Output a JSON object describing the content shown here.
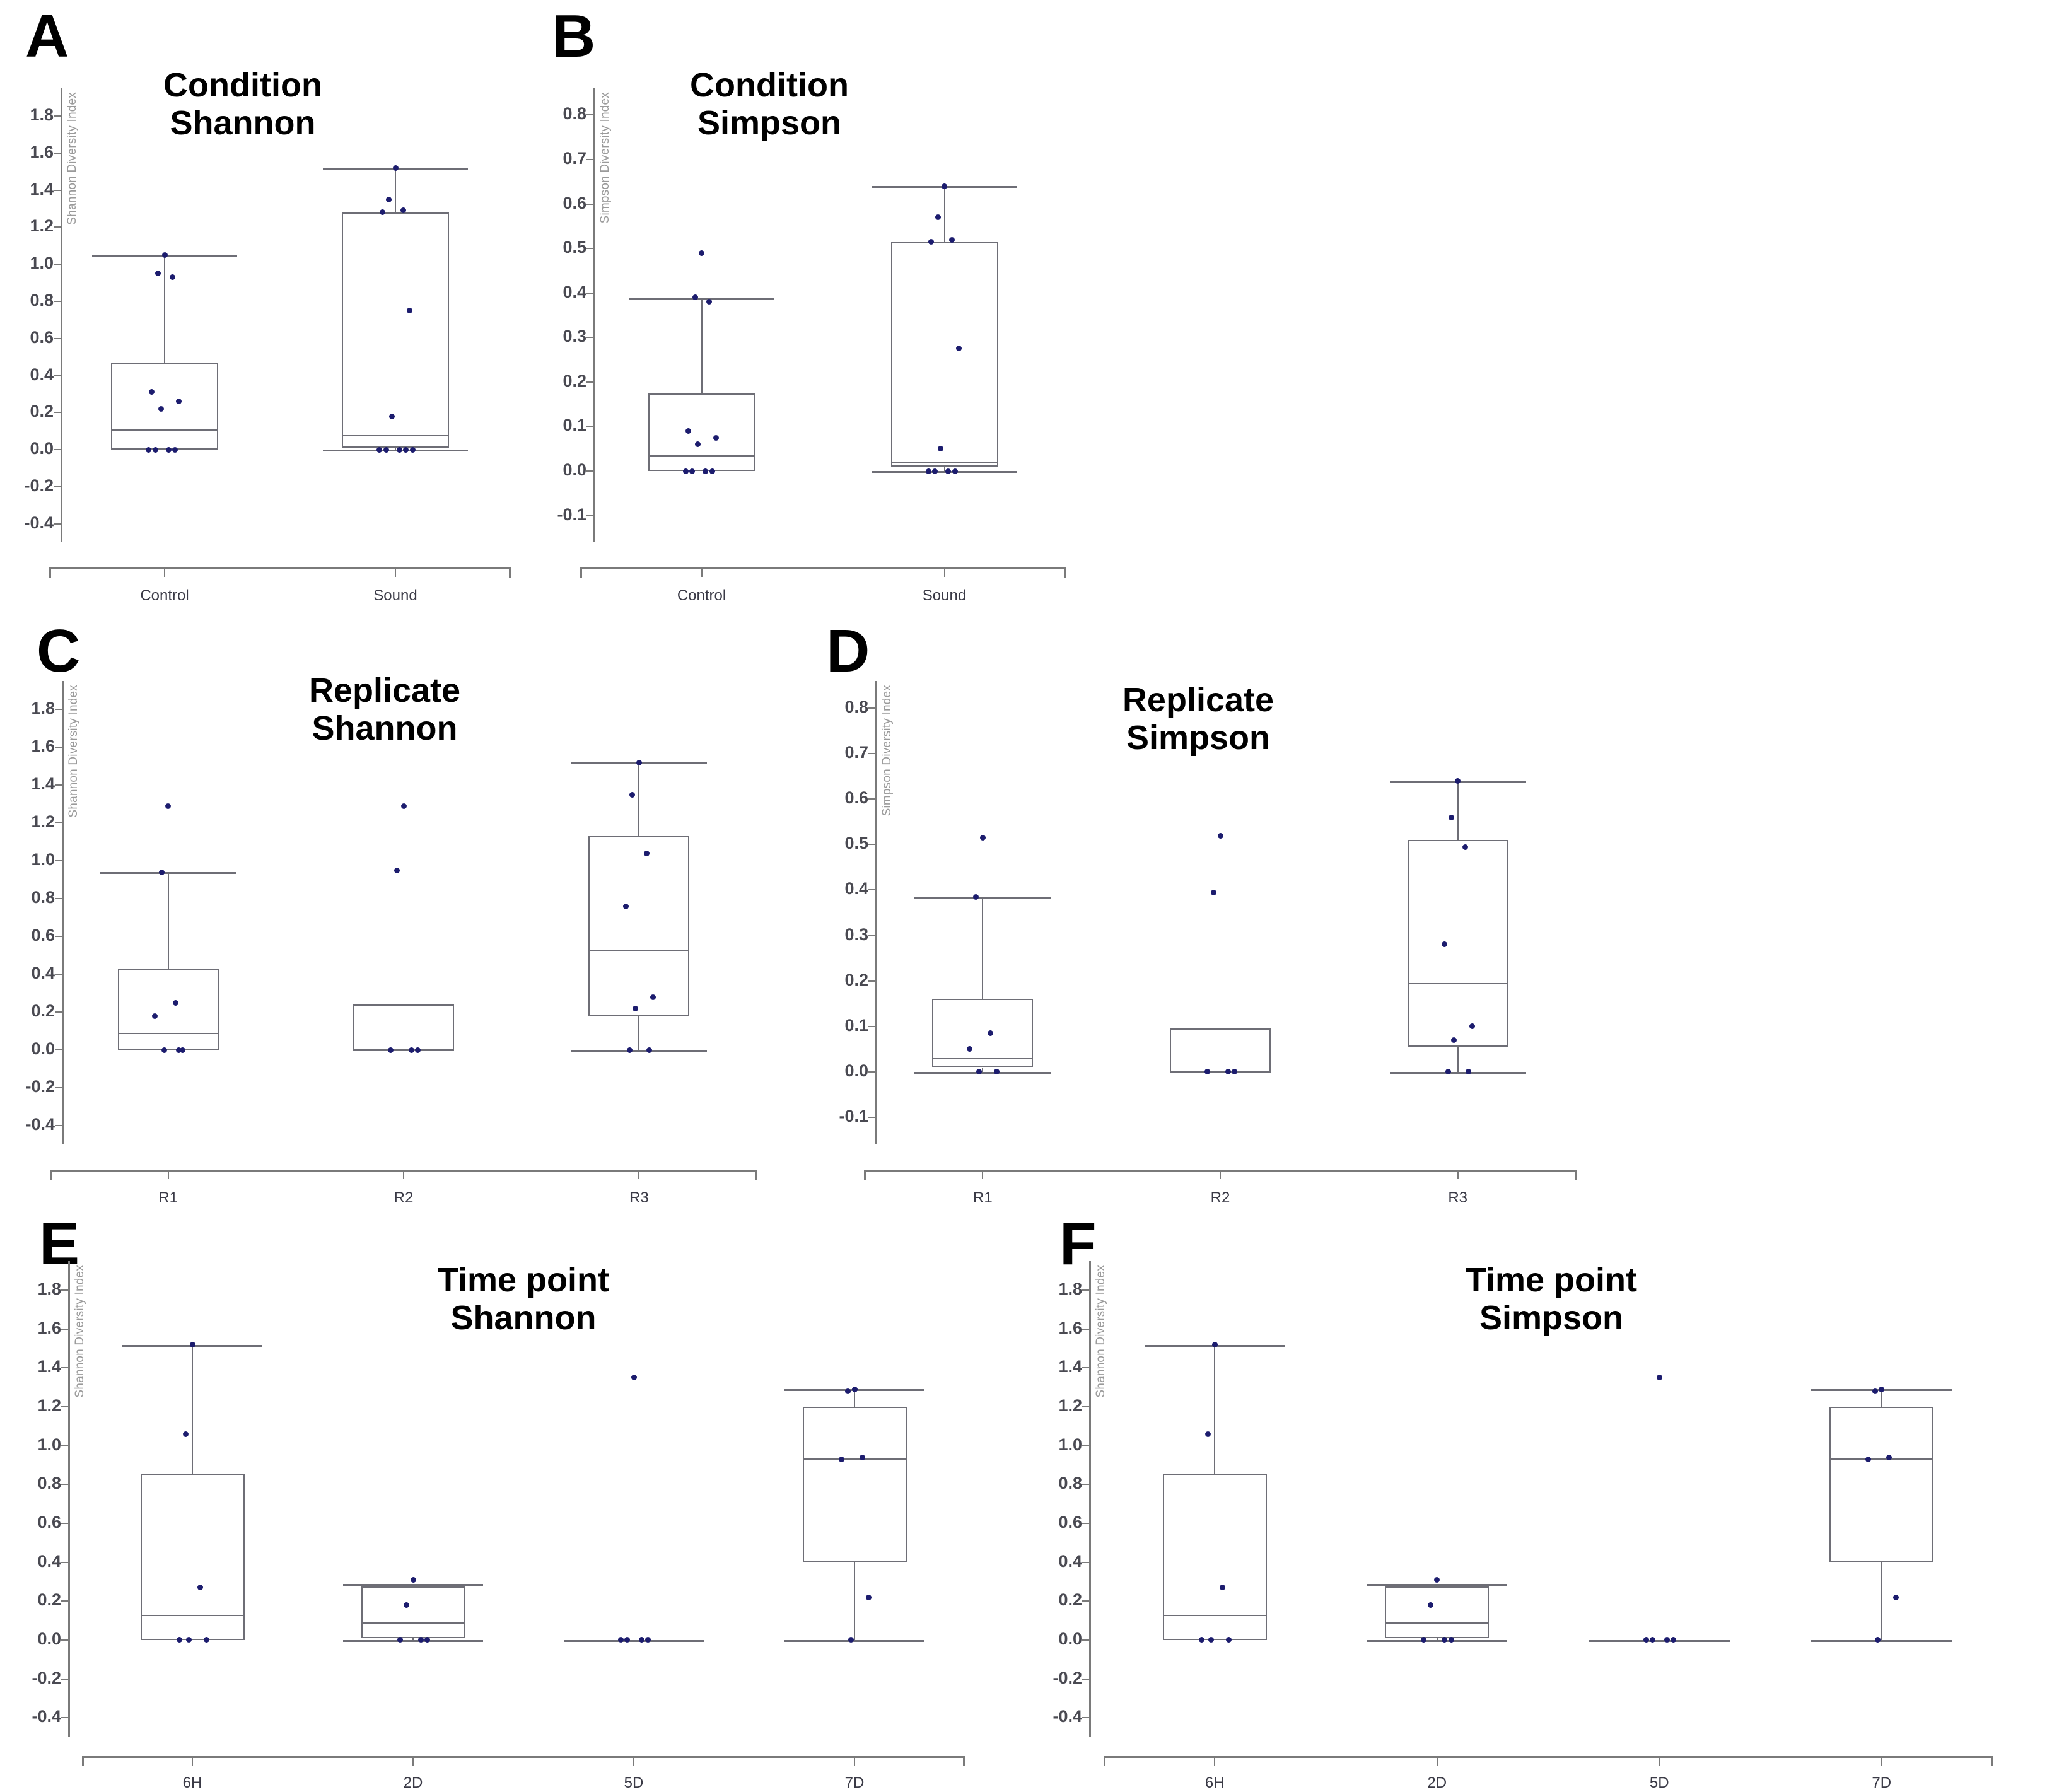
{
  "figure": {
    "type": "multi-panel-boxplot-figure",
    "panel_count": 6,
    "point_color": "#1c1c6e",
    "line_color": "#6e6e76",
    "axis_color": "#7a7a7a",
    "background": "#ffffff"
  },
  "panels": [
    {
      "letter": "A",
      "title": "Condition\nShannon",
      "ylabel": "Shannon Diversity Index",
      "chart_data": {
        "type": "box",
        "title": "Condition Shannon",
        "xlabel": "",
        "ylabel": "Shannon Diversity Index",
        "ylim": [
          -0.5,
          1.95
        ],
        "yticks": [
          "1.8",
          "1.6",
          "1.4",
          "1.2",
          "1.0",
          "0.8",
          "0.6",
          "0.4",
          "0.2",
          "0.0",
          "-0.2",
          "-0.4"
        ],
        "ytick_values": [
          1.8,
          1.6,
          1.4,
          1.2,
          1.0,
          0.8,
          0.6,
          0.4,
          0.2,
          0.0,
          -0.2,
          -0.4
        ],
        "grid": false,
        "legend": "none",
        "categories": [
          "Control",
          "Sound"
        ],
        "boxes": [
          {
            "category": "Control",
            "whisker_low": 0.0,
            "q1": 0.0,
            "median": 0.11,
            "q3": 0.47,
            "whisker_high": 1.05,
            "points": [
              1.05,
              0.95,
              0.93,
              0.31,
              0.26,
              0.22,
              0.0,
              0.0,
              0.0,
              0.0
            ]
          },
          {
            "category": "Sound",
            "whisker_low": 0.0,
            "q1": 0.01,
            "median": 0.08,
            "q3": 1.28,
            "whisker_high": 1.52,
            "points": [
              1.52,
              1.35,
              1.29,
              1.28,
              0.75,
              0.18,
              0.0,
              0.0,
              0.0,
              0.0,
              0.0
            ]
          }
        ]
      }
    },
    {
      "letter": "B",
      "title": "Condition\nSimpson",
      "ylabel": "Simpson Diversity Index",
      "chart_data": {
        "type": "box",
        "title": "Condition Simpson",
        "xlabel": "",
        "ylabel": "Simpson Diversity Index",
        "ylim": [
          -0.16,
          0.86
        ],
        "yticks": [
          "0.8",
          "0.7",
          "0.6",
          "0.5",
          "0.4",
          "0.3",
          "0.2",
          "0.1",
          "0.0",
          "-0.1"
        ],
        "ytick_values": [
          0.8,
          0.7,
          0.6,
          0.5,
          0.4,
          0.3,
          0.2,
          0.1,
          0.0,
          -0.1
        ],
        "grid": false,
        "legend": "none",
        "categories": [
          "Control",
          "Sound"
        ],
        "boxes": [
          {
            "category": "Control",
            "whisker_low": 0.0,
            "q1": 0.0,
            "median": 0.035,
            "q3": 0.175,
            "whisker_high": 0.39,
            "points": [
              0.49,
              0.39,
              0.38,
              0.09,
              0.075,
              0.06,
              0.0,
              0.0,
              0.0,
              0.0
            ]
          },
          {
            "category": "Sound",
            "whisker_low": 0.0,
            "q1": 0.01,
            "median": 0.02,
            "q3": 0.515,
            "whisker_high": 0.64,
            "points": [
              0.64,
              0.57,
              0.52,
              0.515,
              0.275,
              0.05,
              0.0,
              0.0,
              0.0,
              0.0
            ]
          }
        ]
      }
    },
    {
      "letter": "C",
      "title": "Replicate\nShannon",
      "ylabel": "Shannon Diversity Index",
      "chart_data": {
        "type": "box",
        "title": "Replicate Shannon",
        "xlabel": "",
        "ylabel": "Shannon Diversity Index",
        "ylim": [
          -0.5,
          1.95
        ],
        "yticks": [
          "1.8",
          "1.6",
          "1.4",
          "1.2",
          "1.0",
          "0.8",
          "0.6",
          "0.4",
          "0.2",
          "0.0",
          "-0.2",
          "-0.4"
        ],
        "ytick_values": [
          1.8,
          1.6,
          1.4,
          1.2,
          1.0,
          0.8,
          0.6,
          0.4,
          0.2,
          0.0,
          -0.2,
          -0.4
        ],
        "grid": false,
        "legend": "none",
        "categories": [
          "R1",
          "R2",
          "R3"
        ],
        "boxes": [
          {
            "category": "R1",
            "whisker_low": 0.0,
            "q1": 0.0,
            "median": 0.09,
            "q3": 0.43,
            "whisker_high": 0.94,
            "points": [
              1.29,
              0.94,
              0.25,
              0.18,
              0.0,
              0.0,
              0.0
            ]
          },
          {
            "category": "R2",
            "whisker_low": 0.0,
            "q1": 0.0,
            "median": 0.0,
            "q3": 0.24,
            "whisker_high": 0.0,
            "points": [
              1.29,
              0.95,
              0.0,
              0.0,
              0.0
            ]
          },
          {
            "category": "R3",
            "whisker_low": 0.0,
            "q1": 0.18,
            "median": 0.53,
            "q3": 1.13,
            "whisker_high": 1.52,
            "points": [
              1.52,
              1.35,
              1.04,
              0.76,
              0.28,
              0.22,
              0.0,
              0.0
            ]
          }
        ]
      }
    },
    {
      "letter": "D",
      "title": "Replicate\nSimpson",
      "ylabel": "Simpson Diversity Index",
      "chart_data": {
        "type": "box",
        "title": "Replicate Simpson",
        "xlabel": "",
        "ylabel": "Simpson Diversity Index",
        "ylim": [
          -0.16,
          0.86
        ],
        "yticks": [
          "0.8",
          "0.7",
          "0.6",
          "0.5",
          "0.4",
          "0.3",
          "0.2",
          "0.1",
          "0.0",
          "-0.1"
        ],
        "ytick_values": [
          0.8,
          0.7,
          0.6,
          0.5,
          0.4,
          0.3,
          0.2,
          0.1,
          0.0,
          -0.1
        ],
        "grid": false,
        "legend": "none",
        "categories": [
          "R1",
          "R2",
          "R3"
        ],
        "boxes": [
          {
            "category": "R1",
            "whisker_low": 0.0,
            "q1": 0.01,
            "median": 0.03,
            "q3": 0.16,
            "whisker_high": 0.385,
            "points": [
              0.515,
              0.385,
              0.085,
              0.05,
              0.0,
              0.0
            ]
          },
          {
            "category": "R2",
            "whisker_low": 0.0,
            "q1": 0.0,
            "median": 0.0,
            "q3": 0.095,
            "whisker_high": 0.0,
            "points": [
              0.52,
              0.395,
              0.0,
              0.0,
              0.0
            ]
          },
          {
            "category": "R3",
            "whisker_low": 0.0,
            "q1": 0.055,
            "median": 0.195,
            "q3": 0.51,
            "whisker_high": 0.64,
            "points": [
              0.64,
              0.56,
              0.495,
              0.28,
              0.1,
              0.07,
              0.0,
              0.0
            ]
          }
        ]
      }
    },
    {
      "letter": "E",
      "title": "Time point\nShannon",
      "ylabel": "Shannon Diversity Index",
      "chart_data": {
        "type": "box",
        "title": "Time point Shannon",
        "xlabel": "",
        "ylabel": "Shannon Diversity Index",
        "ylim": [
          -0.5,
          1.95
        ],
        "yticks": [
          "1.8",
          "1.6",
          "1.4",
          "1.2",
          "1.0",
          "0.8",
          "0.6",
          "0.4",
          "0.2",
          "0.0",
          "-0.2",
          "-0.4"
        ],
        "ytick_values": [
          1.8,
          1.6,
          1.4,
          1.2,
          1.0,
          0.8,
          0.6,
          0.4,
          0.2,
          0.0,
          -0.2,
          -0.4
        ],
        "grid": false,
        "legend": "none",
        "categories": [
          "6H",
          "2D",
          "5D",
          "7D"
        ],
        "boxes": [
          {
            "category": "6H",
            "whisker_low": 0.0,
            "q1": 0.0,
            "median": 0.13,
            "q3": 0.855,
            "whisker_high": 1.52,
            "points": [
              1.52,
              1.06,
              0.27,
              0.0,
              0.0,
              0.0
            ]
          },
          {
            "category": "2D",
            "whisker_low": 0.0,
            "q1": 0.01,
            "median": 0.09,
            "q3": 0.275,
            "whisker_high": 0.29,
            "points": [
              0.31,
              0.18,
              0.0,
              0.0,
              0.0
            ]
          },
          {
            "category": "5D",
            "whisker_low": 0.0,
            "q1": 0.0,
            "median": 0.0,
            "q3": 0.0,
            "whisker_high": 0.0,
            "points": [
              1.35,
              0.0,
              0.0,
              0.0,
              0.0
            ]
          },
          {
            "category": "7D",
            "whisker_low": 0.0,
            "q1": 0.4,
            "median": 0.935,
            "q3": 1.2,
            "whisker_high": 1.29,
            "points": [
              1.29,
              1.28,
              0.94,
              0.93,
              0.22,
              0.0
            ]
          }
        ]
      }
    },
    {
      "letter": "F",
      "title": "Time point\nSimpson",
      "ylabel": "Shannon Diversity Index",
      "chart_data": {
        "type": "box",
        "title": "Time point Simpson",
        "xlabel": "",
        "ylabel": "Shannon Diversity Index",
        "ylim": [
          -0.5,
          1.95
        ],
        "yticks": [
          "1.8",
          "1.6",
          "1.4",
          "1.2",
          "1.0",
          "0.8",
          "0.6",
          "0.4",
          "0.2",
          "0.0",
          "-0.2",
          "-0.4"
        ],
        "ytick_values": [
          1.8,
          1.6,
          1.4,
          1.2,
          1.0,
          0.8,
          0.6,
          0.4,
          0.2,
          0.0,
          -0.2,
          -0.4
        ],
        "grid": false,
        "legend": "none",
        "categories": [
          "6H",
          "2D",
          "5D",
          "7D"
        ],
        "boxes": [
          {
            "category": "6H",
            "whisker_low": 0.0,
            "q1": 0.0,
            "median": 0.13,
            "q3": 0.855,
            "whisker_high": 1.52,
            "points": [
              1.52,
              1.06,
              0.27,
              0.0,
              0.0,
              0.0
            ]
          },
          {
            "category": "2D",
            "whisker_low": 0.0,
            "q1": 0.01,
            "median": 0.09,
            "q3": 0.275,
            "whisker_high": 0.29,
            "points": [
              0.31,
              0.18,
              0.0,
              0.0,
              0.0
            ]
          },
          {
            "category": "5D",
            "whisker_low": 0.0,
            "q1": 0.0,
            "median": 0.0,
            "q3": 0.0,
            "whisker_high": 0.0,
            "points": [
              1.35,
              0.0,
              0.0,
              0.0,
              0.0
            ]
          },
          {
            "category": "7D",
            "whisker_low": 0.0,
            "q1": 0.4,
            "median": 0.935,
            "q3": 1.2,
            "whisker_high": 1.29,
            "points": [
              1.29,
              1.28,
              0.94,
              0.93,
              0.22,
              0.0
            ]
          }
        ]
      }
    }
  ]
}
